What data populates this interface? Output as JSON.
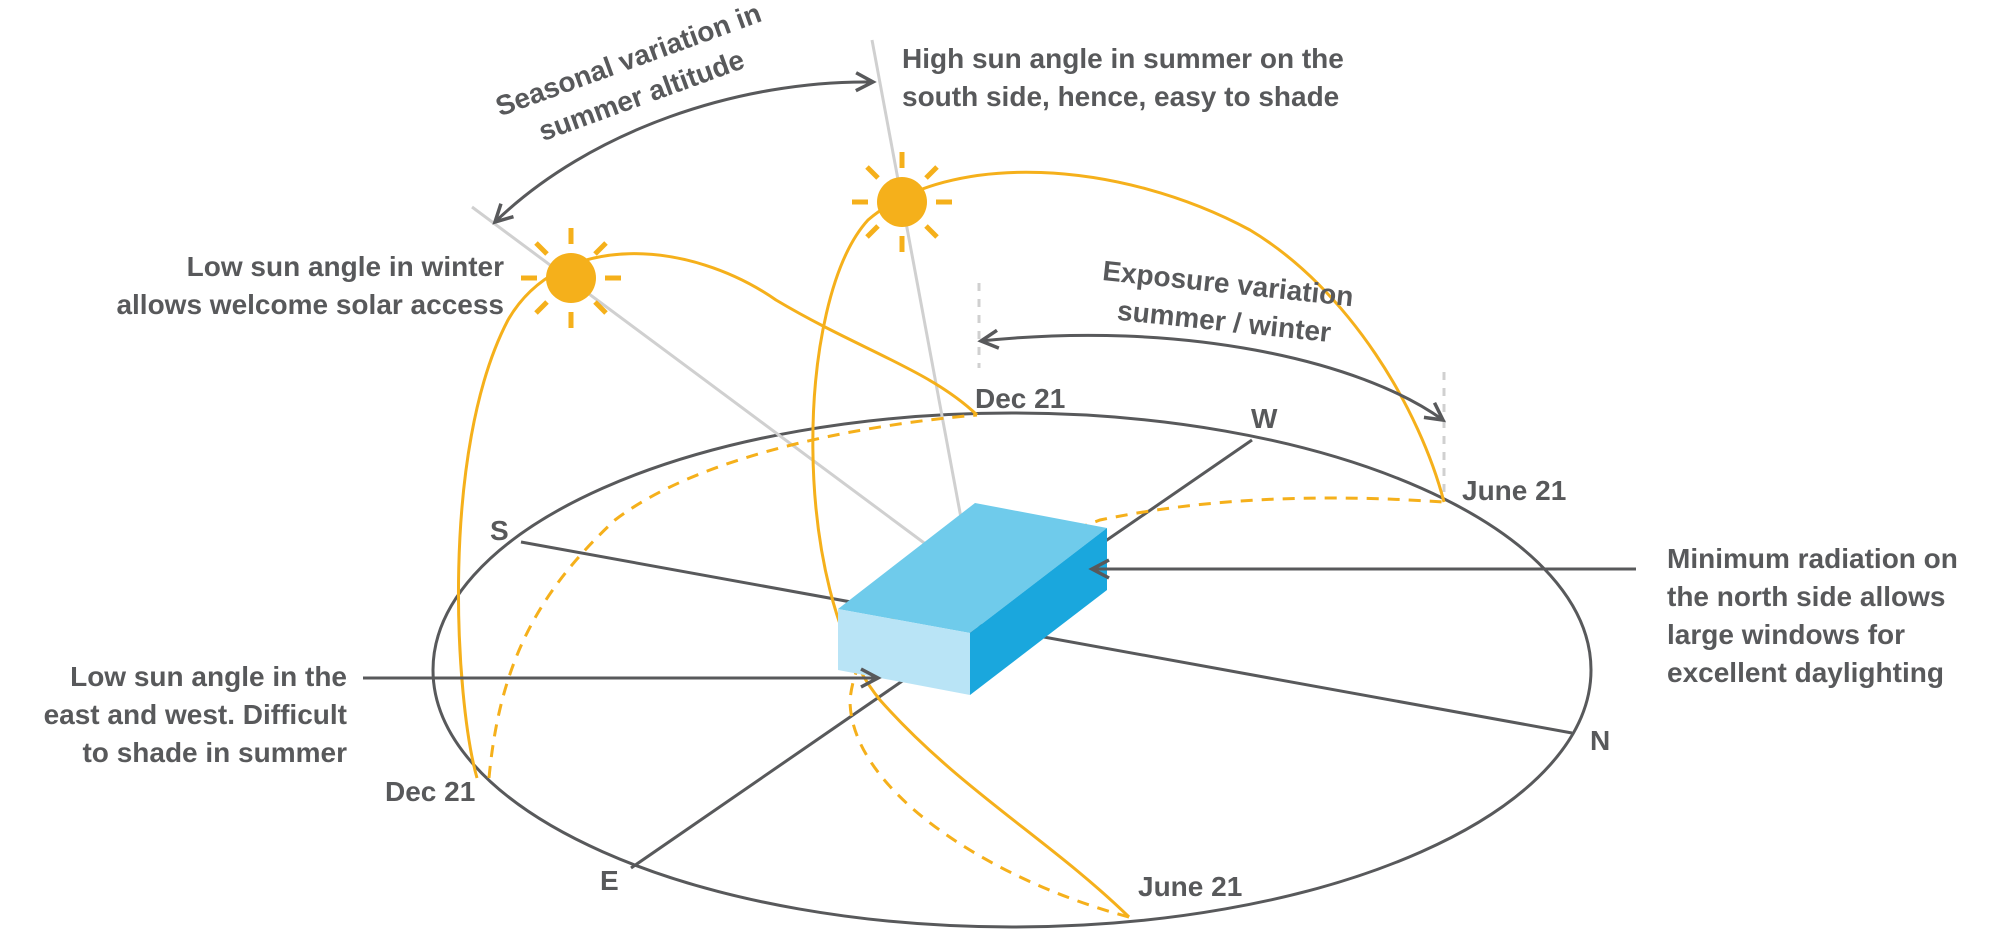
{
  "colors": {
    "text": "#58595b",
    "sun": "#f5b01b",
    "path": "#f5b01b",
    "axis": "#58595b",
    "ray": "#d0d0d0",
    "box_top": "#6fcbeb",
    "box_front": "#b9e4f6",
    "box_side": "#1aa7dd"
  },
  "icons": [
    "sun-icon",
    "arrow-icon"
  ],
  "compass": {
    "south": "S",
    "west": "W",
    "north": "N",
    "east": "E"
  },
  "dates": {
    "dec21_top": "Dec 21",
    "dec21_left": "Dec 21",
    "june21_right": "June 21",
    "june21_bottom": "June 21"
  },
  "notes": {
    "high_sun": [
      "High sun angle in summer on the",
      "south side, hence, easy to shade"
    ],
    "low_sun_winter": [
      "Low sun angle in winter",
      "allows welcome solar access"
    ],
    "low_sun_east_west": [
      "Low sun angle in the",
      "east and west. Difficult",
      "to shade in summer"
    ],
    "min_radiation": [
      "Minimum radiation on",
      "the north side allows",
      "large windows for",
      "excellent daylighting"
    ],
    "seasonal_variation": [
      "Seasonal variation in",
      "summer altitude"
    ],
    "exposure_variation": [
      "Exposure variation",
      "summer / winter"
    ]
  }
}
